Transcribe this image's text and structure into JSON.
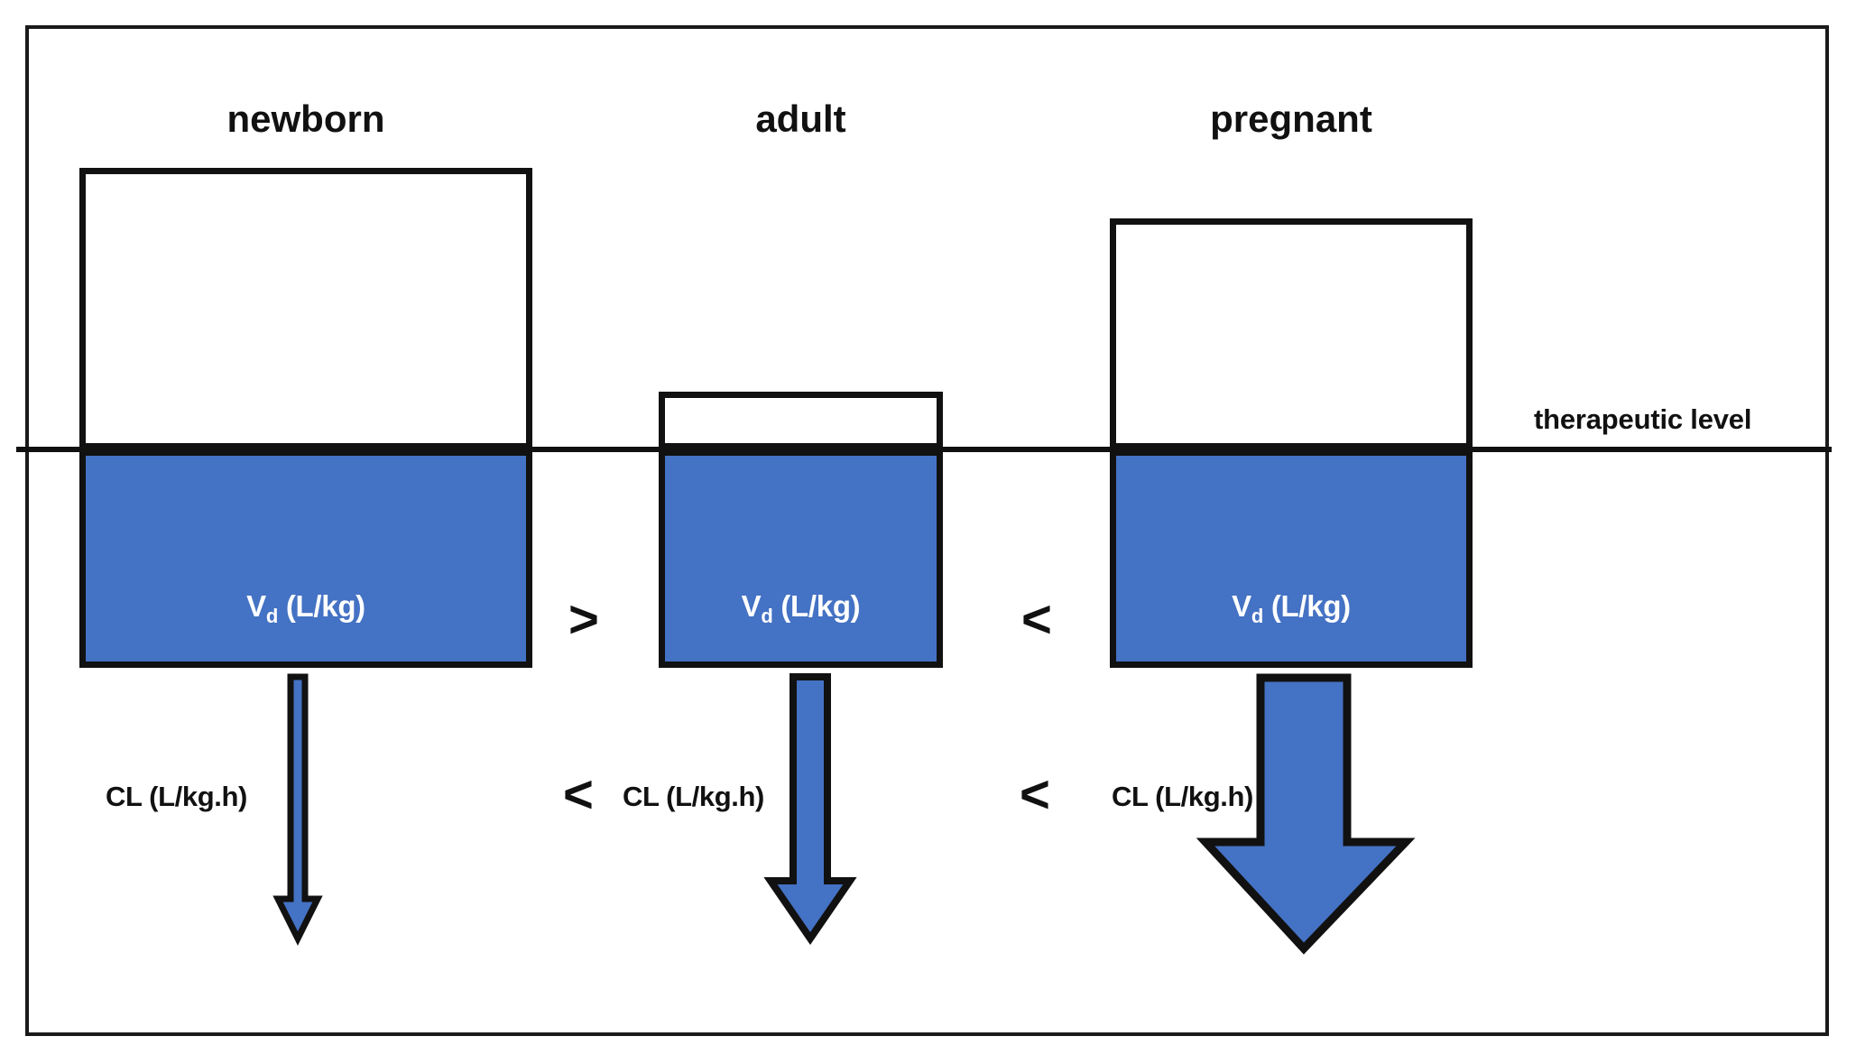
{
  "figure": {
    "type": "diagram",
    "subject": "pharmacokinetic comparison of volume of distribution and clearance",
    "reference_line_label": "therapeutic level",
    "accent_color": "#4472C4",
    "line_color": "#111111"
  },
  "columns": [
    {
      "id": "newborn",
      "title": "newborn",
      "vd_label_prefix": "V",
      "vd_label_sub": "d",
      "vd_label_suffix": " (L/kg)",
      "cl_label": "CL (L/kg.h)",
      "vd_relative": "largest",
      "cl_relative": "smallest",
      "arrow_width_rank": 1
    },
    {
      "id": "adult",
      "title": "adult",
      "vd_label_prefix": "V",
      "vd_label_sub": "d",
      "vd_label_suffix": " (L/kg)",
      "cl_label": "CL (L/kg.h)",
      "vd_relative": "smallest",
      "cl_relative": "medium",
      "arrow_width_rank": 2
    },
    {
      "id": "pregnant",
      "title": "pregnant",
      "vd_label_prefix": "V",
      "vd_label_sub": "d",
      "vd_label_suffix": " (L/kg)",
      "cl_label": "CL (L/kg.h)",
      "vd_relative": "large",
      "cl_relative": "largest",
      "arrow_width_rank": 3
    }
  ],
  "operators": {
    "vd_newborn_vs_adult": ">",
    "vd_adult_vs_pregnant": "<",
    "cl_newborn_vs_adult": "<",
    "cl_adult_vs_pregnant": "<"
  }
}
